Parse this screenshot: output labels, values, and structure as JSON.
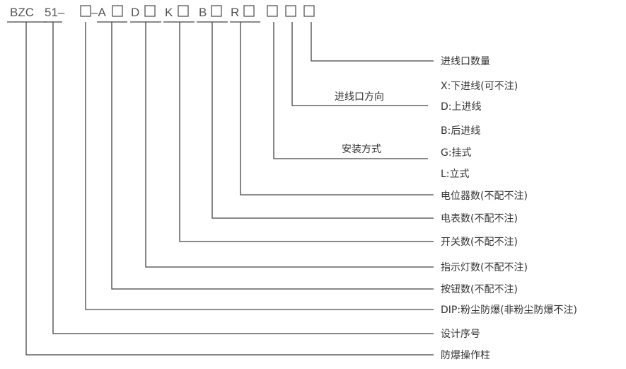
{
  "model_code": {
    "prefix": "BZC",
    "series": "51–",
    "dash_a": "–A",
    "d": "D",
    "k": "K",
    "b": "B",
    "r": "R"
  },
  "group_labels": {
    "inlet_direction": "进线口方向",
    "installation": "安装方式"
  },
  "labels": [
    "进线口数量",
    "X:下进线(可不注)",
    "D:上进线",
    "B:后进线",
    "G:挂式",
    "L:立式",
    "电位器数(不配不注)",
    "电表数(不配不注)",
    "开关数(不配不注)",
    "指示灯数(不配不注)",
    "按钮数(不配不注)",
    "DIP:粉尘防爆(非粉尘防爆不注)",
    "设计序号",
    "防爆操作柱"
  ]
}
